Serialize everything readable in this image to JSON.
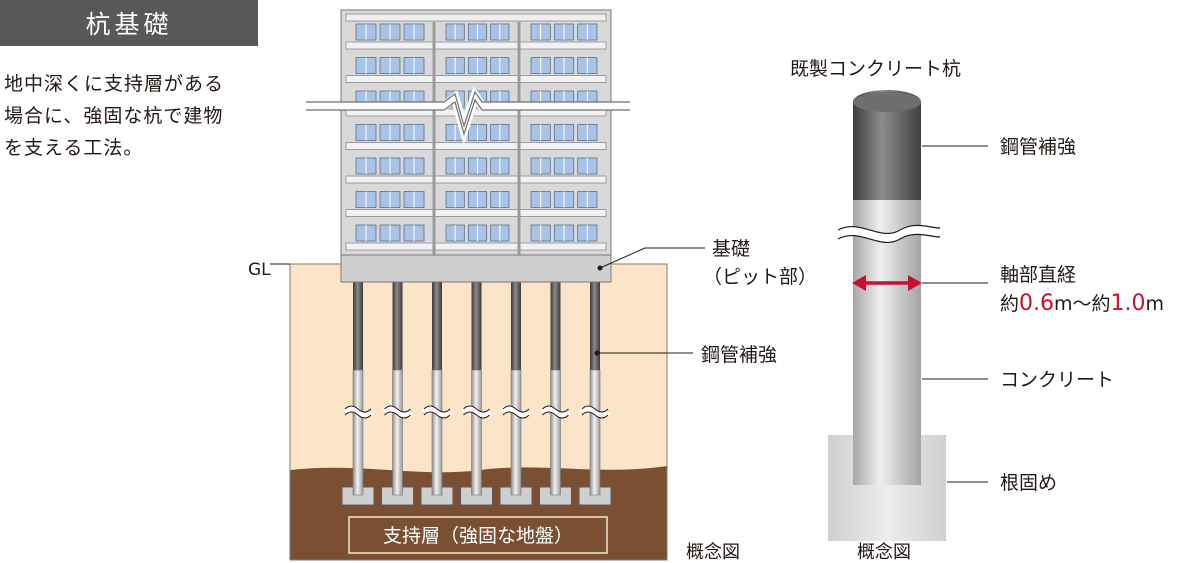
{
  "header": {
    "title": "杭基礎",
    "description_lines": [
      "地中深くに支持層がある",
      "場合に、強固な杭で建物",
      "を支える工法。"
    ]
  },
  "left_diagram": {
    "gl_label": "GL",
    "foundation_label_line1": "基礎",
    "foundation_label_line2": "（ピット部）",
    "steel_label": "鋼管補強",
    "bearing_layer_label": "支持層（強固な地盤）",
    "caption": "概念図",
    "pile_count": 7,
    "floor_count": 7
  },
  "right_diagram": {
    "title": "既製コンクリート杭",
    "steel_label": "鋼管補強",
    "diameter_label": "軸部直経",
    "diameter_prefix1": "約",
    "diameter_value1": "0.6",
    "diameter_unit1": "m",
    "diameter_sep": "〜約",
    "diameter_value2": "1.0",
    "diameter_unit2": "m",
    "concrete_label": "コンクリート",
    "root_label": "根固め",
    "caption": "概念図"
  },
  "colors": {
    "title_bg": "#595757",
    "soil": "#fbe4c8",
    "bearing": "#7b5032",
    "accent": "#c8102e",
    "building": "#d9d9d9",
    "window": "#a9c3e6"
  }
}
